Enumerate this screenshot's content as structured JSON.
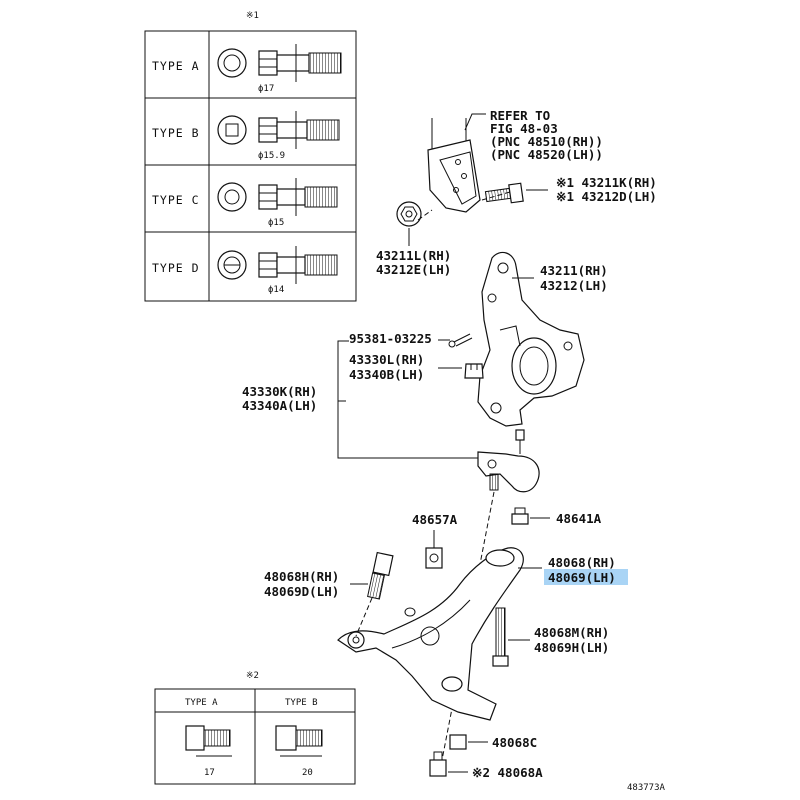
{
  "colors": {
    "highlight": "#a9d4f5",
    "ink": "#111111"
  },
  "table1": {
    "ref_mark": "※1",
    "rows": [
      {
        "type": "TYPE A",
        "dia": "ϕ17"
      },
      {
        "type": "TYPE B",
        "dia": "ϕ15.9"
      },
      {
        "type": "TYPE C",
        "dia": "ϕ15"
      },
      {
        "type": "TYPE D",
        "dia": "ϕ14"
      }
    ]
  },
  "table2": {
    "ref_mark": "※2",
    "cols": [
      {
        "type": "TYPE A",
        "size": "17"
      },
      {
        "type": "TYPE B",
        "size": "20"
      }
    ]
  },
  "refer": {
    "line1": "REFER TO",
    "line2": "FIG 48-03",
    "line3": "(PNC 48510(RH))",
    "line4": "(PNC 48520(LH))"
  },
  "labels": {
    "bolt_rh": "※1 43211K(RH)",
    "bolt_lh": "※1 43212D(LH)",
    "nut_rh": "43211L(RH)",
    "nut_lh": "43212E(LH)",
    "knuckle_rh": "43211(RH)",
    "knuckle_lh": "43212(LH)",
    "pin": "95381-03225",
    "castle_rh": "43330L(RH)",
    "castle_lh": "43340B(LH)",
    "balljoint_rh": "43330K(RH)",
    "balljoint_lh": "43340A(LH)",
    "bushing": "48657A",
    "nut_48641": "48641A",
    "arm_rh": "48068(RH)",
    "arm_lh": "48069(LH)",
    "fbolt_rh": "48068H(RH)",
    "fbolt_lh": "48069D(LH)",
    "rbolt_rh": "48068M(RH)",
    "rbolt_lh": "48069H(LH)",
    "nut_48068c": "48068C",
    "bolt_48068a": "※2 48068A",
    "figure_no": "483773A"
  }
}
